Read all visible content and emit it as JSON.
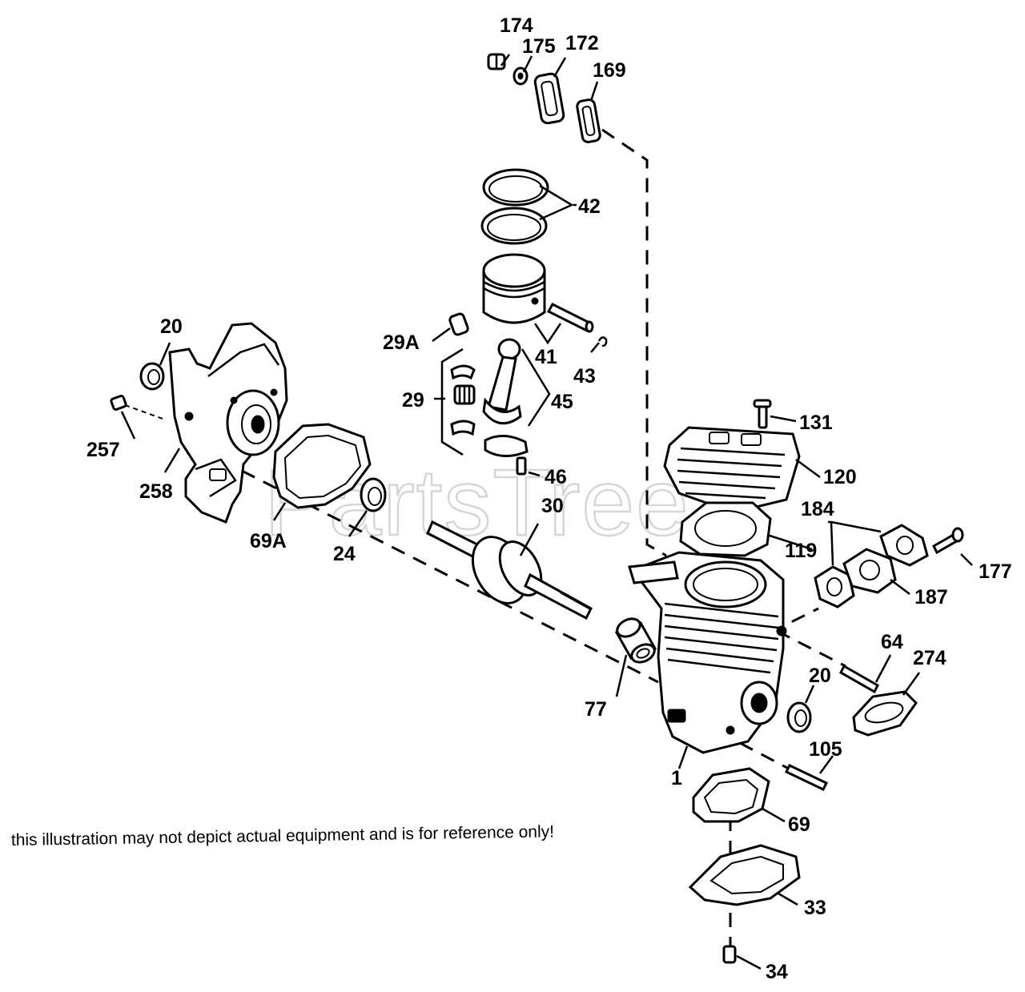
{
  "watermark": "PartsTree",
  "disclaimer": "this illustration may not depict actual equipment and is for reference only!",
  "labels": {
    "l174": "174",
    "l175": "175",
    "l172": "172",
    "l169": "169",
    "l42": "42",
    "l20a": "20",
    "l29A": "29A",
    "l41": "41",
    "l43": "43",
    "l29": "29",
    "l45": "45",
    "l131": "131",
    "l257": "257",
    "l258": "258",
    "l46": "46",
    "l120": "120",
    "l30": "30",
    "l184": "184",
    "l69A": "69A",
    "l24": "24",
    "l119": "119",
    "l177": "177",
    "l187": "187",
    "l64": "64",
    "l274": "274",
    "l20b": "20",
    "l77": "77",
    "l105": "105",
    "l1": "1",
    "l69": "69",
    "l33": "33",
    "l34": "34"
  }
}
